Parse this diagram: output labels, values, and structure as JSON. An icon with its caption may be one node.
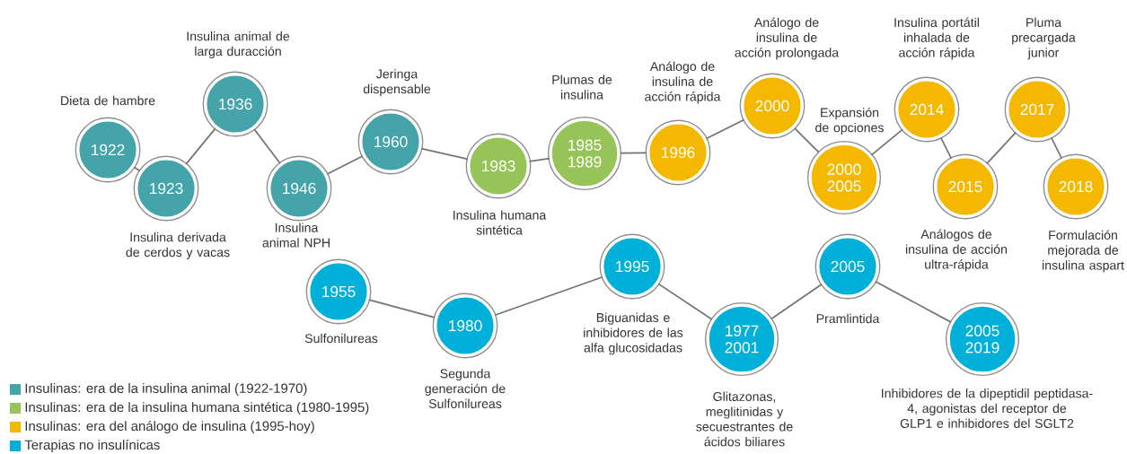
{
  "diagram": {
    "nodes": [
      {
        "text": [
          "1922"
        ],
        "beside": [
          "Dieta de hambre"
        ]
      },
      {
        "text": [
          "1923"
        ],
        "beside": [
          "Insulina derivada de cerdos y vacas"
        ]
      },
      {
        "text": [
          "1936"
        ],
        "beside": [
          "Insulina animal de larga duracción"
        ]
      },
      {
        "text": [
          "1946"
        ],
        "beside": [
          "Insulina animal NPH"
        ]
      },
      {
        "text": [
          "1960"
        ],
        "beside": [
          "Jeringa dispensable"
        ]
      },
      {
        "text": [
          "1983"
        ],
        "beside": [
          "Insulina humana sintética"
        ]
      },
      {
        "text": [
          "1985 1989"
        ],
        "beside": [
          "Plumas de insulina"
        ]
      },
      {
        "text": [
          "1996"
        ],
        "beside": [
          "Análogo de insulina de acción rápida"
        ]
      },
      {
        "text": [
          "2000"
        ],
        "beside": [
          "Análogo de insulina de acción prolongada"
        ]
      },
      {
        "text": [
          "2000 2005"
        ],
        "beside": [
          "Expansión de opciones"
        ]
      },
      {
        "text": [
          "2014"
        ],
        "beside": [
          "Insulina portátil inhalada de acción rápida"
        ]
      },
      {
        "text": [
          "2015"
        ],
        "beside": [
          "Análogos de insulina de acción ultra-rápida"
        ]
      },
      {
        "text": [
          "2017"
        ],
        "beside": [
          "Pluma precargada junior"
        ]
      },
      {
        "text": [
          "2018"
        ],
        "beside": [
          "Formulación mejorada de insulina aspart"
        ]
      },
      {
        "text": [
          "1955"
        ],
        "beside": [
          "Sulfonilureas"
        ]
      },
      {
        "text": [
          "1980"
        ],
        "beside": [
          "Segunda generación de Sulfonilureas"
        ]
      },
      {
        "text": [
          "1995"
        ],
        "beside": [
          "Biguanidas e inhibidores de las alfa glucosidadas"
        ]
      },
      {
        "text": [
          "1977 2001"
        ],
        "beside": [
          "Glitazonas, meglitinidas y secuestrantes de ácidos biliares"
        ]
      },
      {
        "text": [
          "2005"
        ],
        "beside": [
          "Pramlintida"
        ]
      },
      {
        "text": [
          "2005 2019"
        ],
        "beside": [
          "Inhibidores de la dipeptidil peptidasa-4, agonistas del receptor de GLP1 e inhibidores del SGLT2"
        ]
      }
    ],
    "edges": [
      {
        "from": 0,
        "to": 1,
        "arrow": "none"
      },
      {
        "from": 1,
        "to": 2,
        "arrow": "none"
      },
      {
        "from": 2,
        "to": 3,
        "arrow": "none"
      },
      {
        "from": 3,
        "to": 4,
        "arrow": "none"
      },
      {
        "from": 4,
        "to": 5,
        "arrow": "none"
      },
      {
        "from": 5,
        "to": 6,
        "arrow": "none"
      },
      {
        "from": 6,
        "to": 7,
        "arrow": "none"
      },
      {
        "from": 7,
        "to": 8,
        "arrow": "none"
      },
      {
        "from": 8,
        "to": 9,
        "arrow": "none"
      },
      {
        "from": 9,
        "to": 10,
        "arrow": "none"
      },
      {
        "from": 10,
        "to": 11,
        "arrow": "none"
      },
      {
        "from": 11,
        "to": 12,
        "arrow": "none"
      },
      {
        "from": 12,
        "to": 13,
        "arrow": "none"
      },
      {
        "from": 14,
        "to": 15,
        "arrow": "none"
      },
      {
        "from": 15,
        "to": 16,
        "arrow": "none"
      },
      {
        "from": 16,
        "to": 17,
        "arrow": "none"
      },
      {
        "from": 17,
        "to": 18,
        "arrow": "none"
      },
      {
        "from": 18,
        "to": 19,
        "arrow": "none"
      }
    ],
    "legend": [
      {
        "text": "Insulinas: era de la insulina animal (1922-1970)",
        "color": "#45a3aa"
      },
      {
        "text": "Insulinas: era de la insulina humana sintética (1980-1995)",
        "color": "#97c459"
      },
      {
        "text": "Insulinas: era del análogo de insulina (1995-hoy)",
        "color": "#f5b800"
      },
      {
        "text": "Terapias no insulínicas",
        "color": "#00b0d8"
      }
    ]
  }
}
